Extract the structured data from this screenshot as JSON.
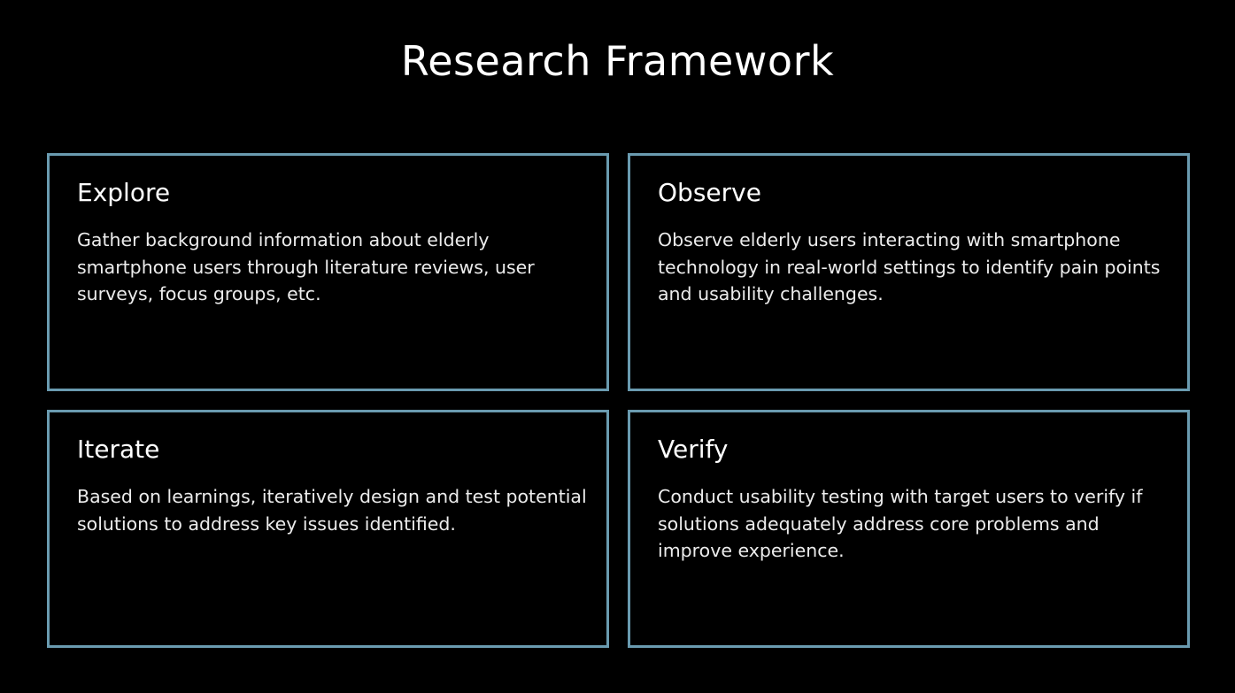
{
  "title": "Research Framework",
  "colors": {
    "background": "#000000",
    "card_border": "#6a9bb0",
    "text": "#ffffff"
  },
  "cards": [
    {
      "heading": "Explore",
      "body": "Gather background information about elderly smartphone users through literature reviews, user surveys, focus groups, etc."
    },
    {
      "heading": "Observe",
      "body": "Observe elderly users interacting with smartphone technology in real-world settings to identify pain points and usability challenges."
    },
    {
      "heading": "Iterate",
      "body": "Based on learnings, iteratively design and test potential solutions to address key issues identified."
    },
    {
      "heading": "Verify",
      "body": "Conduct usability testing with target users to verify if solutions adequately address core problems and improve experience."
    }
  ]
}
